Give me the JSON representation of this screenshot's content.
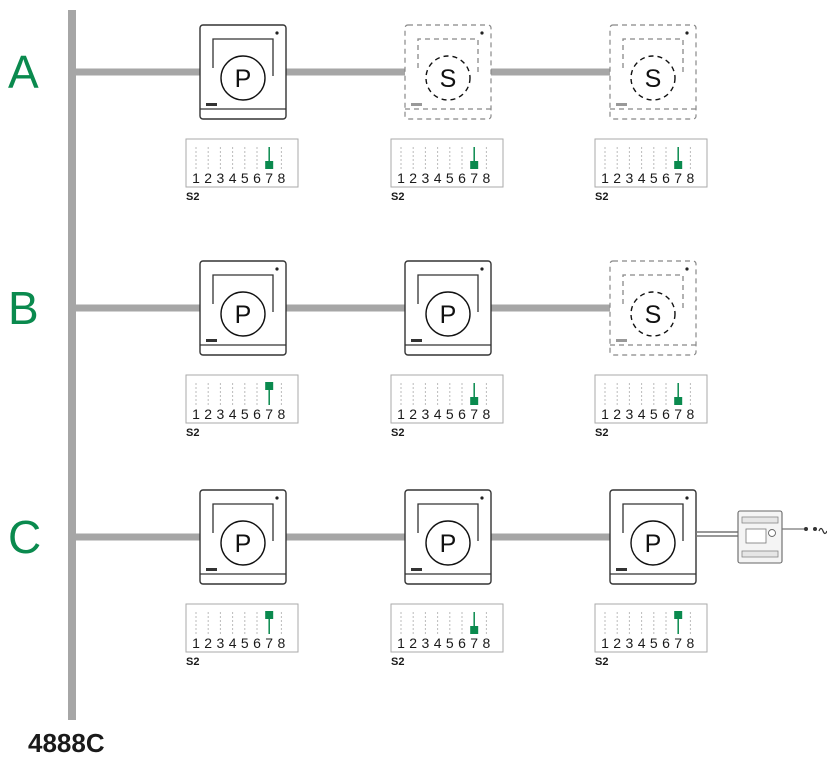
{
  "model": "4888C",
  "colors": {
    "bus": "#a6a6a6",
    "accent": "#0a8a4e",
    "unit_border": "#333333",
    "secondary_border": "#888888"
  },
  "dip": {
    "label": "S2",
    "positions": [
      "1",
      "2",
      "3",
      "4",
      "5",
      "6",
      "7",
      "8"
    ]
  },
  "rows": [
    {
      "letter": "A",
      "power_supply": false,
      "units": [
        {
          "type": "primary",
          "letter": "P",
          "switch7_on": false
        },
        {
          "type": "secondary",
          "letter": "S",
          "switch7_on": false
        },
        {
          "type": "secondary",
          "letter": "S",
          "switch7_on": false
        }
      ]
    },
    {
      "letter": "B",
      "power_supply": false,
      "units": [
        {
          "type": "primary",
          "letter": "P",
          "switch7_on": true
        },
        {
          "type": "primary",
          "letter": "P",
          "switch7_on": false
        },
        {
          "type": "secondary",
          "letter": "S",
          "switch7_on": false
        }
      ]
    },
    {
      "letter": "C",
      "power_supply": true,
      "units": [
        {
          "type": "primary",
          "letter": "P",
          "switch7_on": true
        },
        {
          "type": "primary",
          "letter": "P",
          "switch7_on": false
        },
        {
          "type": "primary",
          "letter": "P",
          "switch7_on": true
        }
      ]
    }
  ]
}
